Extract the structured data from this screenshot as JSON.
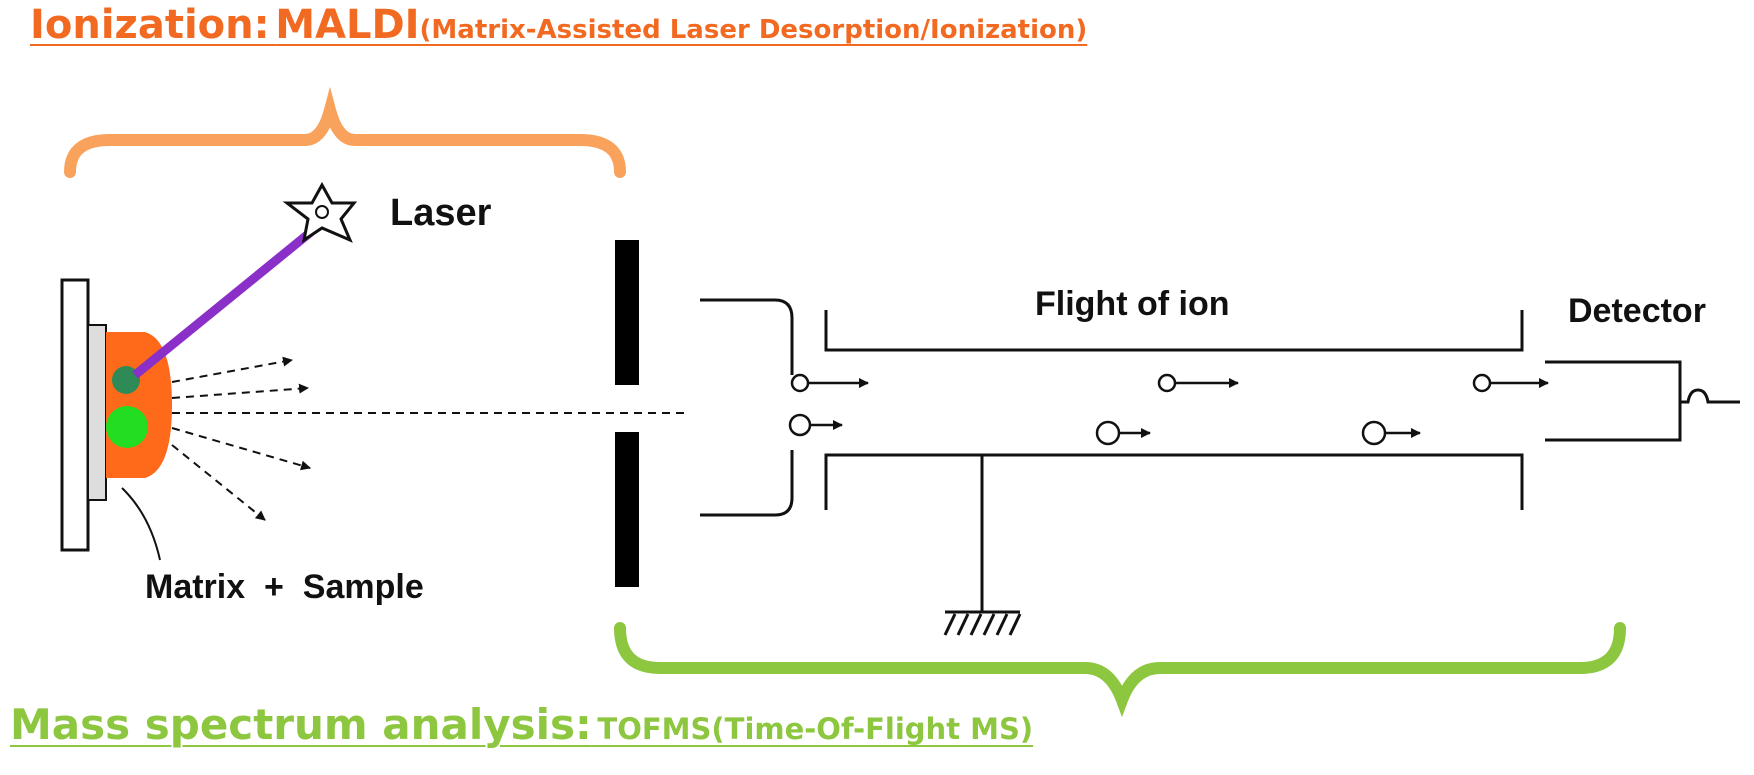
{
  "titles": {
    "ionization_label": "Ionization:",
    "ionization_method": "MALDI",
    "ionization_detail": "(Matrix-Assisted Laser Desorption/Ionization)",
    "mass_label": "Mass spectrum analysis:",
    "mass_method": "TOFMS",
    "mass_detail": "(Time-Of-Flight MS)"
  },
  "labels": {
    "laser": "Laser",
    "flight": "Flight of ion",
    "detector": "Detector",
    "matrix_sample": "Matrix  +  Sample"
  },
  "colors": {
    "ionization": "#f26a21",
    "mass_spectrum": "#8dc63f",
    "laser_beam": "#8b2fc9",
    "sample_pad": "#ff6a1a",
    "matrix_dot": "#2e8b57",
    "sample_dot": "#22dd22"
  },
  "icons": {
    "laser_source": "star-burst-icon",
    "ground": "ground-icon"
  }
}
